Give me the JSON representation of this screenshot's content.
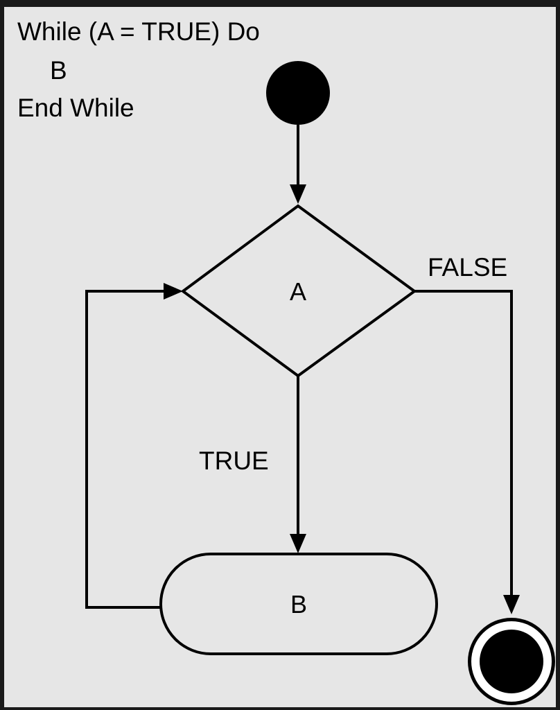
{
  "colors": {
    "frame": "#1a1a1a",
    "background": "#e6e6e6",
    "stroke": "#000000",
    "final_ring": "#ffffff"
  },
  "pseudocode": {
    "line1": "While (A = TRUE) Do",
    "line2": "B",
    "line3": "End While"
  },
  "nodes": {
    "start": {
      "shape": "filled-circle"
    },
    "decision": {
      "shape": "diamond",
      "label": "A"
    },
    "action": {
      "shape": "rounded-rect",
      "label": "B"
    },
    "end": {
      "shape": "bullseye"
    }
  },
  "edges": {
    "true_label": "TRUE",
    "false_label": "FALSE"
  }
}
